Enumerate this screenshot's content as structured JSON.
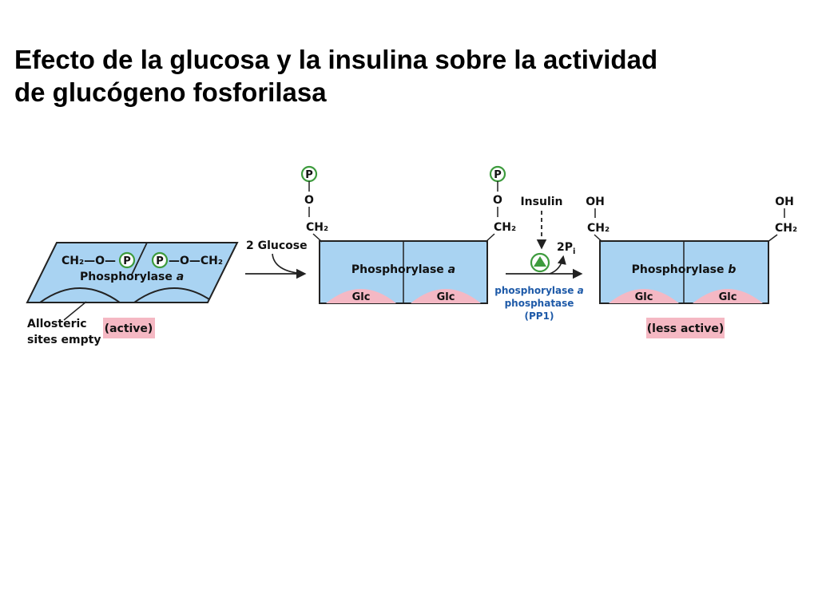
{
  "title": {
    "line1": "Efecto de la glucosa y la insulina sobre la actividad",
    "line2": "de glucógeno fosforilasa"
  },
  "colors": {
    "enzyme_fill": "#a9d3f2",
    "glc_fill": "#f4b8c4",
    "label_highlight": "#f5b8c3",
    "phosphate_ring": "#3d9b3d",
    "enzyme_text_blue": "#1e5aa8"
  },
  "left_enzyme": {
    "group_left": "CH₂—O—",
    "phosphate_left": "P",
    "phosphate_right": "P",
    "group_right": "—O—CH₂",
    "name_prefix": "Phosphorylase",
    "name_form": "a",
    "pointer_label_line1": "Allosteric",
    "pointer_label_line2": "sites empty",
    "state": "(active)"
  },
  "step1": {
    "reagent": "2 Glucose"
  },
  "middle_enzyme": {
    "phosphate_label": "P",
    "oxygen": "O",
    "methylene": "CH₂",
    "name_prefix": "Phosphorylase",
    "name_form": "a",
    "site_left": "Glc",
    "site_right": "Glc"
  },
  "step2": {
    "regulator": "Insulin",
    "product": "2P",
    "product_subscript": "i",
    "enzyme_line1_prefix": "phosphorylase",
    "enzyme_line1_form": "a",
    "enzyme_line2": "phosphatase",
    "enzyme_line3": "(PP1)"
  },
  "right_enzyme": {
    "hydroxyl": "OH",
    "methylene": "CH₂",
    "name_prefix": "Phosphorylase",
    "name_form": "b",
    "site_left": "Glc",
    "site_right": "Glc",
    "state": "(less active)"
  }
}
